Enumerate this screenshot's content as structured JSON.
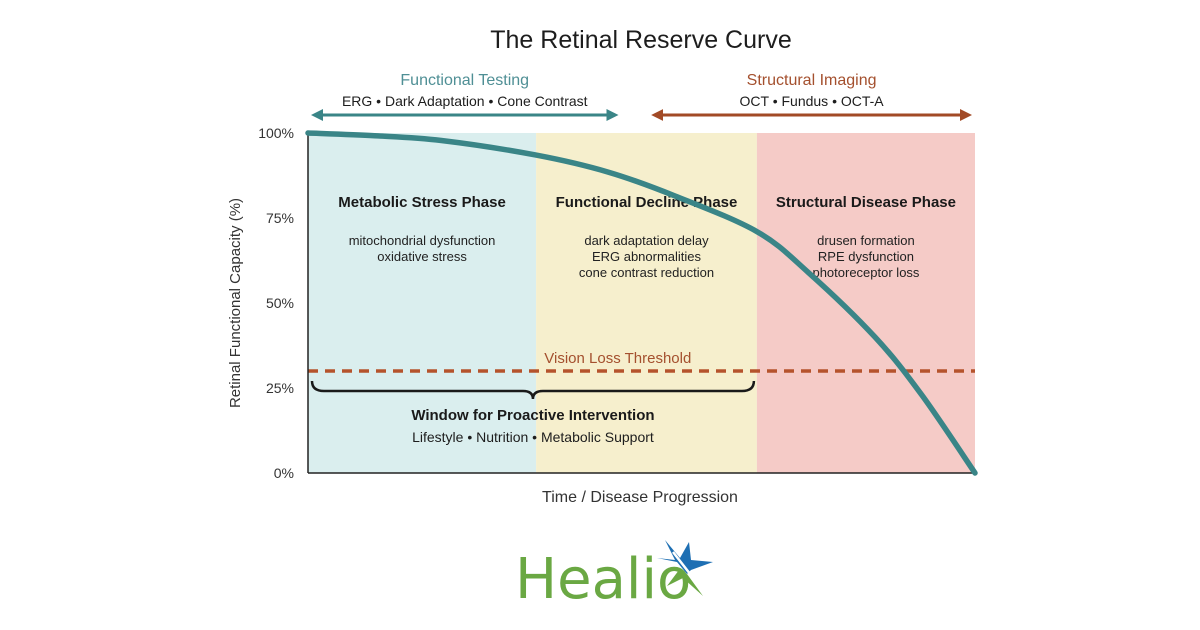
{
  "chart_data": {
    "type": "line",
    "title": "The Retinal Reserve Curve",
    "xlabel": "Time / Disease Progression",
    "ylabel": "Retinal Functional Capacity (%)",
    "xlim": [
      0,
      100
    ],
    "ylim": [
      0,
      100
    ],
    "yticks": [
      "0%",
      "25%",
      "50%",
      "75%",
      "100%"
    ],
    "ytick_values": [
      0,
      25,
      50,
      75,
      100
    ],
    "grid": false,
    "series": [
      {
        "name": "Retinal Reserve",
        "color": "#3a8587",
        "x": [
          0,
          10,
          20,
          34.2,
          45,
          55,
          67.3,
          75,
          85,
          92,
          100
        ],
        "y": [
          100,
          99.2,
          97.8,
          93.5,
          88.5,
          81.5,
          71,
          59,
          40,
          23,
          0
        ]
      }
    ],
    "phases": [
      {
        "name": "Metabolic Stress Phase",
        "x_start": 0,
        "x_end": 34.2,
        "color": "#daeeee",
        "descriptors": [
          "mitochondrial dysfunction",
          "oxidative stress"
        ]
      },
      {
        "name": "Functional Decline Phase",
        "x_start": 34.2,
        "x_end": 67.3,
        "color": "#f6efcd",
        "descriptors": [
          "dark adaptation delay",
          "ERG abnormalities",
          "cone contrast reduction"
        ]
      },
      {
        "name": "Structural Disease Phase",
        "x_start": 67.3,
        "x_end": 100,
        "color": "#f5cbc7",
        "descriptors": [
          "drusen formation",
          "RPE dysfunction",
          "photoreceptor loss"
        ]
      }
    ],
    "threshold": {
      "label": "Vision Loss Threshold",
      "y": 30,
      "color": "#b5532c"
    },
    "window": {
      "title": "Window for Proactive Intervention",
      "subtitle": "Lifestyle • Nutrition • Metabolic Support",
      "x_start": 0,
      "x_end": 67.3
    },
    "annotations": [
      {
        "title": "Functional Testing",
        "subtitle": "ERG • Dark Adaptation • Cone Contrast",
        "color": "#3a8587",
        "title_color": "#4f8f95",
        "x_start": 0,
        "x_end": 47
      },
      {
        "title": "Structural Imaging",
        "subtitle": "OCT • Fundus • OCT-A",
        "color": "#a24a26",
        "title_color": "#a4502e",
        "x_start": 51,
        "x_end": 100
      }
    ]
  },
  "logo": {
    "text": "Healio",
    "text_color": "#6aa843",
    "star_color": "#1e6fb3"
  }
}
